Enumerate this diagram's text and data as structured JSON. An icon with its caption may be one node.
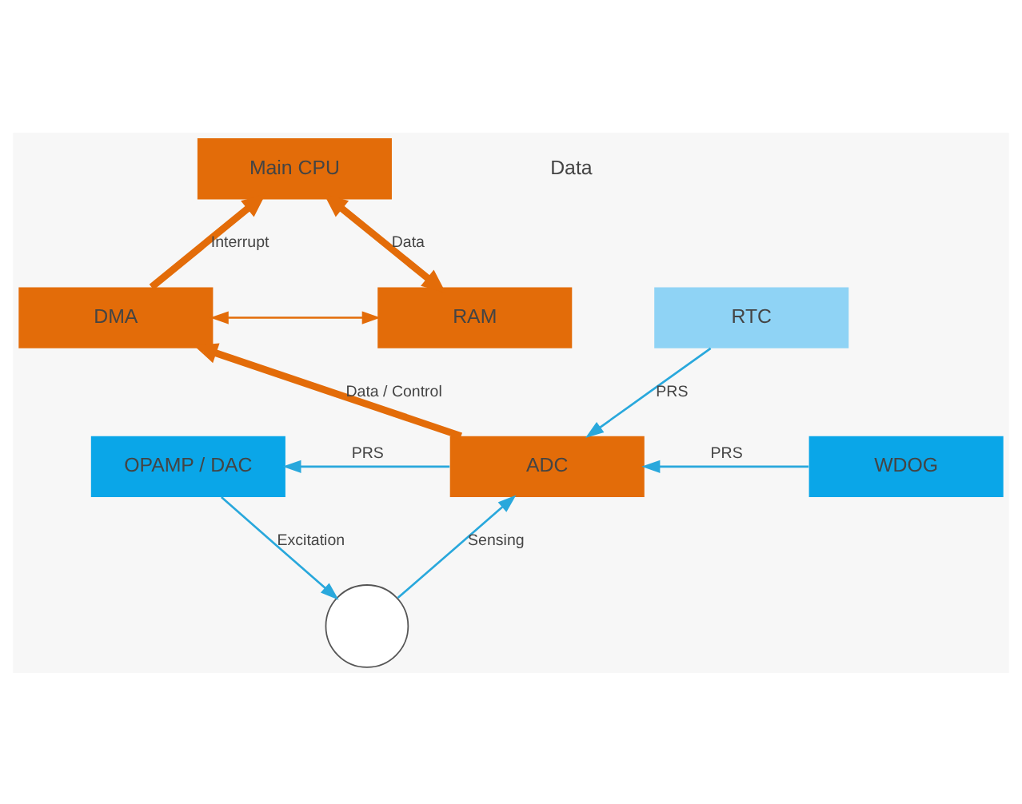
{
  "diagram": {
    "nodes": [
      {
        "text": [
          "Main CPU"
        ]
      },
      {
        "text": [
          "RTC"
        ]
      },
      {
        "text": [
          "DMA"
        ]
      },
      {
        "text": [
          "RAM"
        ]
      },
      {
        "text": [
          "OPAMP / DAC"
        ]
      },
      {
        "text": [
          "ADC"
        ]
      },
      {
        "text": [
          "WDOG"
        ]
      },
      {
        "text": [],
        "shape": "circle"
      }
    ],
    "edges": [
      {
        "from": 2,
        "to": 0,
        "arrow": "to",
        "label": "Interrupt",
        "style": "thick",
        "color": "#e36c09"
      },
      {
        "from": 3,
        "to": 0,
        "arrow": "both",
        "label": "Data",
        "style": "thick",
        "color": "#e36c09"
      },
      {
        "from": 2,
        "to": 3,
        "arrow": "both",
        "color": "#e36c09"
      },
      {
        "from": 1,
        "to": 5,
        "arrow": "to",
        "label": "PRS"
      },
      {
        "from": 5,
        "to": 2,
        "arrow": "to",
        "label": "Data / Control",
        "style": "thick",
        "color": "#e36c09"
      },
      {
        "from": 5,
        "to": 4,
        "arrow": "to",
        "label": "PRS"
      },
      {
        "from": 6,
        "to": 5,
        "arrow": "to",
        "label": "PRS"
      },
      {
        "from": 4,
        "to": 7,
        "arrow": "to",
        "label": "Excitation"
      },
      {
        "from": 7,
        "to": 5,
        "arrow": "to",
        "label": "Sensing"
      }
    ],
    "labels": [
      "Data"
    ]
  }
}
